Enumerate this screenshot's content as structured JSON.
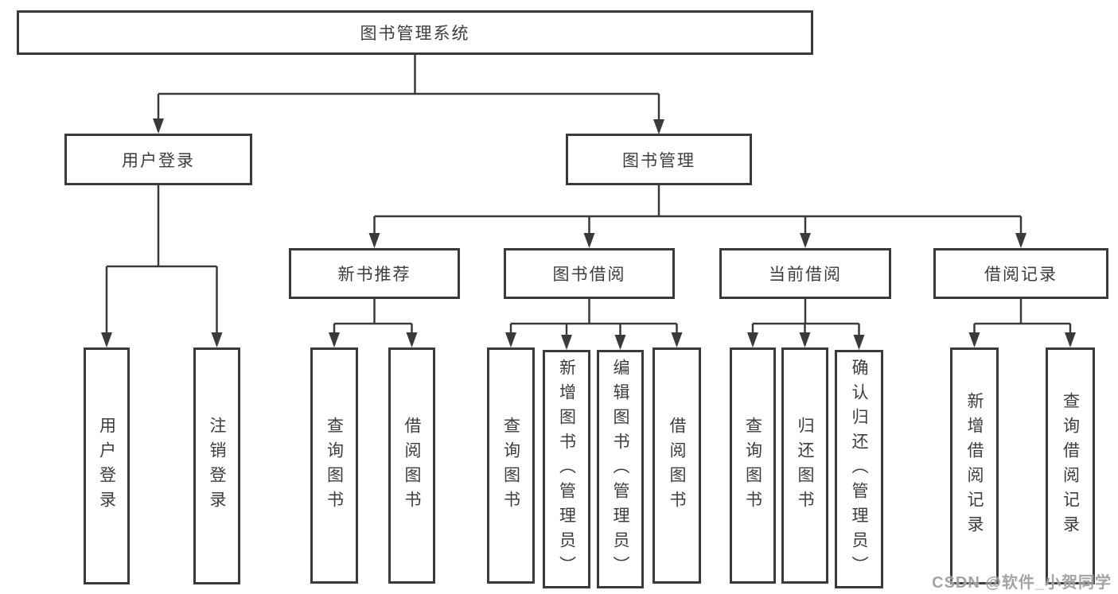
{
  "diagram": {
    "root": {
      "label": "图书管理系统"
    },
    "branches": [
      {
        "label": "用户登录",
        "children": [
          {
            "label": "用户登录"
          },
          {
            "label": "注销登录"
          }
        ]
      },
      {
        "label": "图书管理",
        "children": [
          {
            "label": "新书推荐",
            "children": [
              {
                "label": "查询图书"
              },
              {
                "label": "借阅图书"
              }
            ]
          },
          {
            "label": "图书借阅",
            "children": [
              {
                "label": "查询图书"
              },
              {
                "label": "新增图书（管理员）"
              },
              {
                "label": "编辑图书（管理员）"
              },
              {
                "label": "借阅图书"
              }
            ]
          },
          {
            "label": "当前借阅",
            "children": [
              {
                "label": "查询图书"
              },
              {
                "label": "归还图书"
              },
              {
                "label": "确认归还（管理员）"
              }
            ]
          },
          {
            "label": "借阅记录",
            "children": [
              {
                "label": "新增借阅记录"
              },
              {
                "label": "查询借阅记录"
              }
            ]
          }
        ]
      }
    ]
  },
  "watermark": {
    "text": "CSDN @软件_小贺同学"
  },
  "colors": {
    "line": "#3a3a3a",
    "box_border": "#3a3a3a",
    "box_fill": "#ffffff",
    "text": "#3d3d3d",
    "background": "#ffffff",
    "watermark": "#949494"
  }
}
